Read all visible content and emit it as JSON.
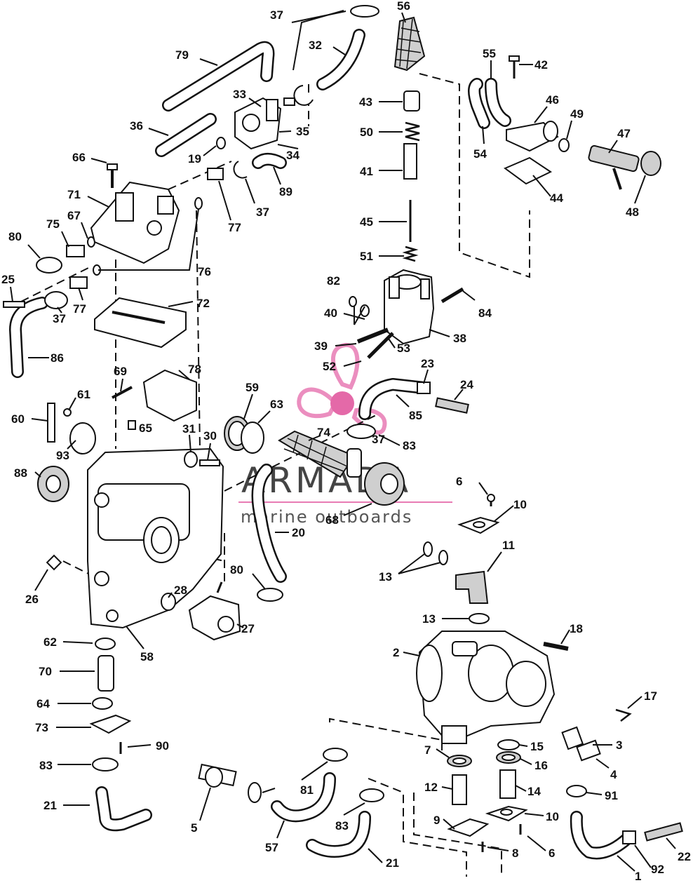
{
  "diagram": {
    "labels": [
      "1",
      "2",
      "3",
      "4",
      "5",
      "6",
      "6",
      "7",
      "8",
      "9",
      "10",
      "10",
      "11",
      "12",
      "13",
      "13",
      "14",
      "15",
      "16",
      "17",
      "18",
      "19",
      "20",
      "21",
      "21",
      "22",
      "23",
      "24",
      "25",
      "26",
      "27",
      "28",
      "30",
      "31",
      "32",
      "33",
      "34",
      "35",
      "36",
      "37",
      "37",
      "37",
      "37",
      "38",
      "39",
      "40",
      "41",
      "42",
      "43",
      "44",
      "45",
      "46",
      "47",
      "48",
      "49",
      "50",
      "51",
      "52",
      "53",
      "54",
      "55",
      "56",
      "57",
      "58",
      "59",
      "60",
      "61",
      "62",
      "63",
      "64",
      "65",
      "66",
      "67",
      "68",
      "69",
      "70",
      "71",
      "72",
      "73",
      "74",
      "75",
      "76",
      "77",
      "77",
      "78",
      "79",
      "80",
      "80",
      "81",
      "82",
      "83",
      "83",
      "83",
      "84",
      "85",
      "86",
      "88",
      "89",
      "90",
      "91",
      "92",
      "93"
    ]
  },
  "watermark": {
    "brand": "ARMADA",
    "tagline": "marine outboards",
    "colors": {
      "logo": "#e87bb4",
      "logo_center": "#e0509a",
      "text": "#444444"
    }
  }
}
